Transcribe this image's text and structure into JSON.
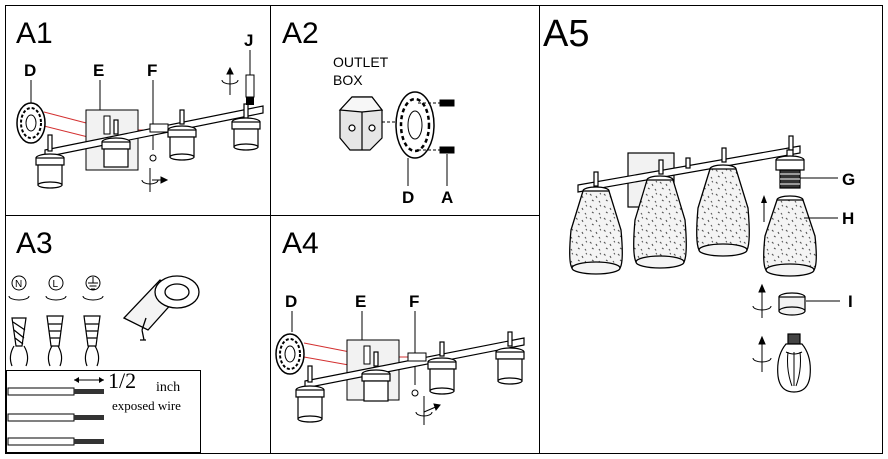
{
  "panels": {
    "a1": {
      "title": "A1",
      "parts": {
        "d": "D",
        "e": "E",
        "f": "F",
        "j": "J"
      }
    },
    "a2": {
      "title": "A2",
      "outlet_line1": "OUTLET",
      "outlet_line2": "BOX",
      "parts": {
        "d": "D",
        "a": "A"
      }
    },
    "a3": {
      "title": "A3",
      "wire_symbols": {
        "neutral": "N",
        "live": "L"
      },
      "strip_fraction": "1/2",
      "strip_unit": "inch",
      "strip_note": "exposed wire"
    },
    "a4": {
      "title": "A4",
      "parts": {
        "d": "D",
        "e": "E",
        "f": "F"
      }
    },
    "a5": {
      "title": "A5",
      "parts": {
        "g": "G",
        "h": "H",
        "i": "I"
      }
    }
  },
  "colors": {
    "line": "#000000",
    "leader": "#d33030",
    "glass": "#f2f2f2",
    "metal": "#e8e8e8"
  }
}
